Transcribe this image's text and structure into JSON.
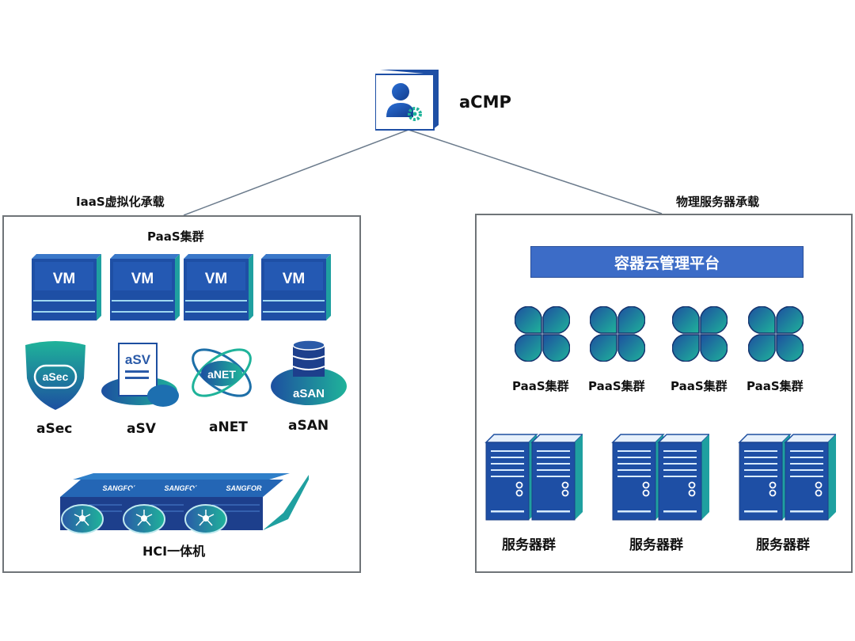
{
  "top": {
    "title": "aCMP",
    "icon": "user-gear-icon"
  },
  "left": {
    "heading": "IaaS虚拟化承载",
    "cluster_title": "PaaS集群",
    "vms": [
      "VM",
      "VM",
      "VM",
      "VM"
    ],
    "services": [
      {
        "name": "aSec",
        "icon_text": "aSec",
        "icon": "shield-cloud-icon"
      },
      {
        "name": "aSV",
        "icon_text": "aSV",
        "icon": "document-cloud-icon"
      },
      {
        "name": "aNET",
        "icon_text": "aNET",
        "icon": "orbit-cloud-icon"
      },
      {
        "name": "aSAN",
        "icon_text": "aSAN",
        "icon": "database-cloud-icon"
      }
    ],
    "hci": {
      "label": "HCI一体机",
      "brand": "SANGFOR",
      "units": 3
    }
  },
  "right": {
    "heading": "物理服务器承载",
    "platform": "容器云管理平台",
    "paas_clusters": [
      "PaaS集群",
      "PaaS集群",
      "PaaS集群",
      "PaaS集群"
    ],
    "server_groups": [
      "服务器群",
      "服务器群",
      "服务器群"
    ]
  },
  "colors": {
    "primary": "#1f4fa8",
    "accent": "#1fb39a",
    "platform_bar": "#3c6cc7",
    "border": "#6f7478"
  }
}
